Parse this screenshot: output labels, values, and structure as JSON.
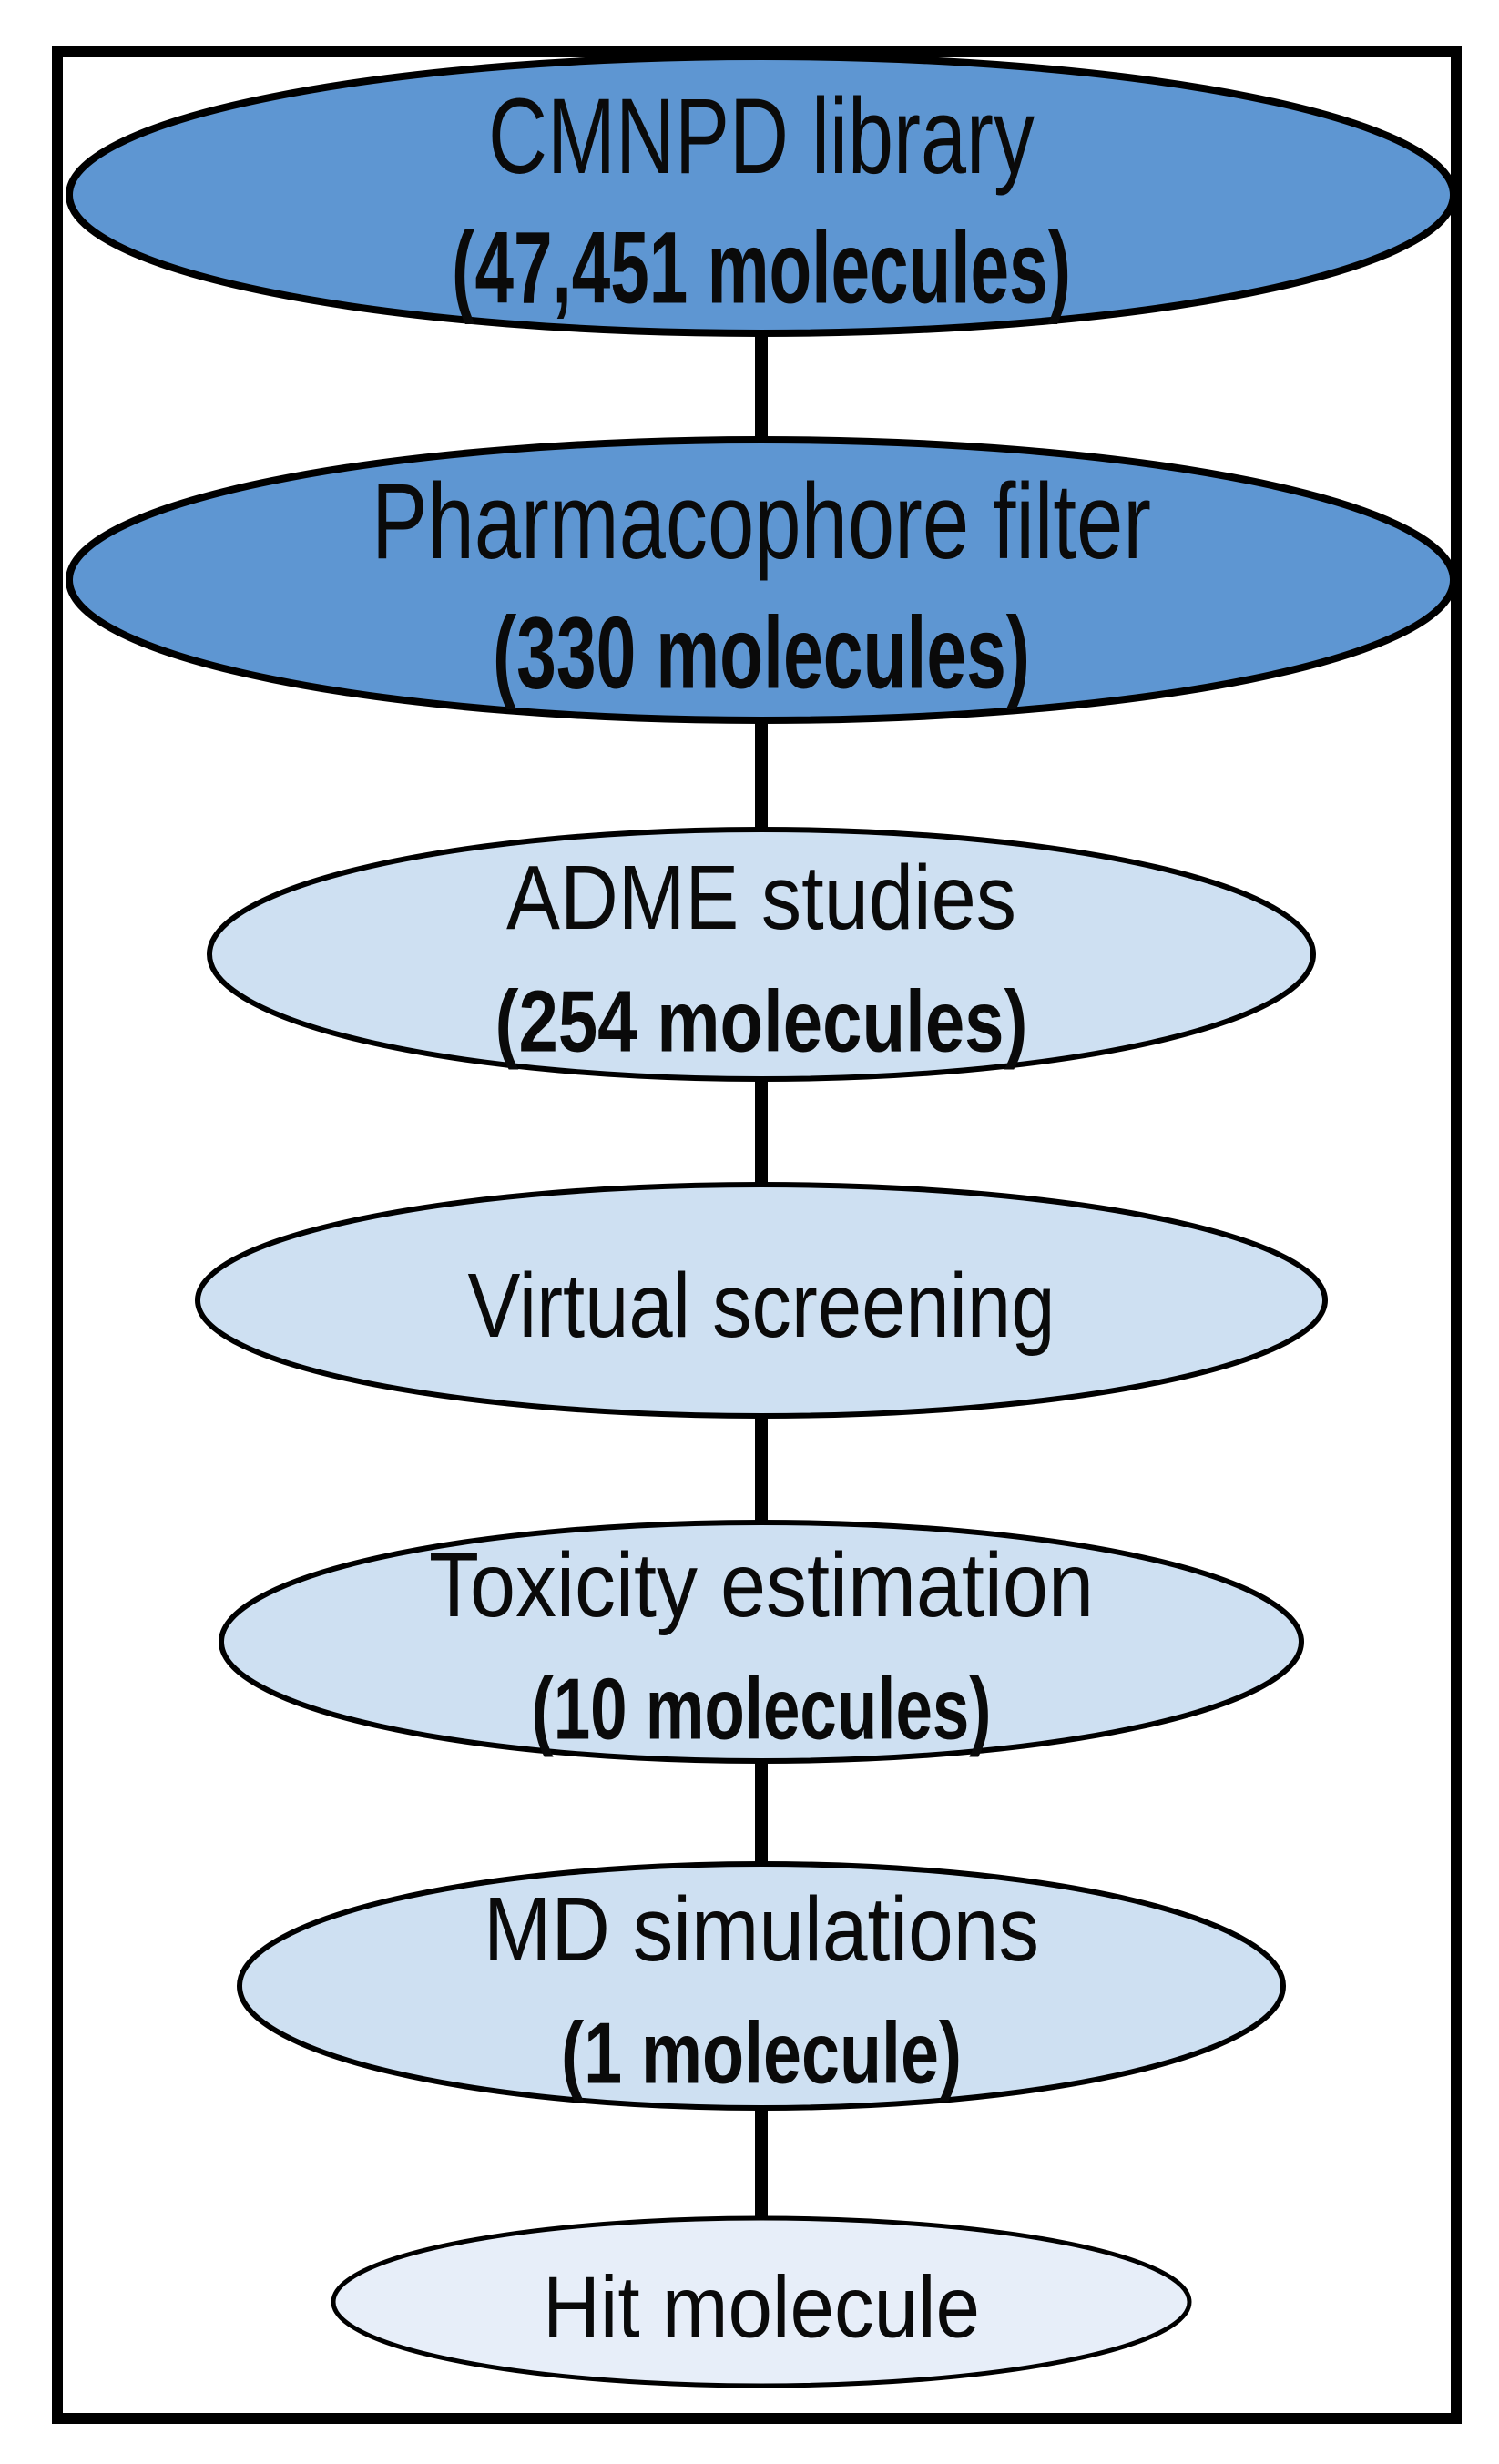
{
  "diagram": {
    "type": "flowchart-funnel",
    "colors": {
      "stage_dark": "#5e96d2",
      "stage_light": "#cee0f2",
      "stage_final": "#e7eef9",
      "outline": "#000000"
    },
    "nodes": [
      {
        "id": "cmnpd-library",
        "label": "CMNPD library",
        "sublabel": "(47,451 molecules)",
        "count": 47451,
        "fill": "#5e96d2"
      },
      {
        "id": "pharmacophore-filter",
        "label": "Pharmacophore filter",
        "sublabel": "(330 molecules)",
        "count": 330,
        "fill": "#5e96d2"
      },
      {
        "id": "adme-studies",
        "label": "ADME studies",
        "sublabel": "(254 molecules)",
        "count": 254,
        "fill": "#cee0f2"
      },
      {
        "id": "virtual-screening",
        "label": "Virtual screening",
        "sublabel": "",
        "count": null,
        "fill": "#cee0f2"
      },
      {
        "id": "toxicity-estimation",
        "label": "Toxicity estimation",
        "sublabel": "(10 molecules)",
        "count": 10,
        "fill": "#cee0f2"
      },
      {
        "id": "md-simulations",
        "label": "MD simulations",
        "sublabel": "(1 molecule)",
        "count": 1,
        "fill": "#cee0f2"
      },
      {
        "id": "hit-molecule",
        "label": "Hit molecule",
        "sublabel": "",
        "count": null,
        "fill": "#e7eef9"
      }
    ]
  }
}
